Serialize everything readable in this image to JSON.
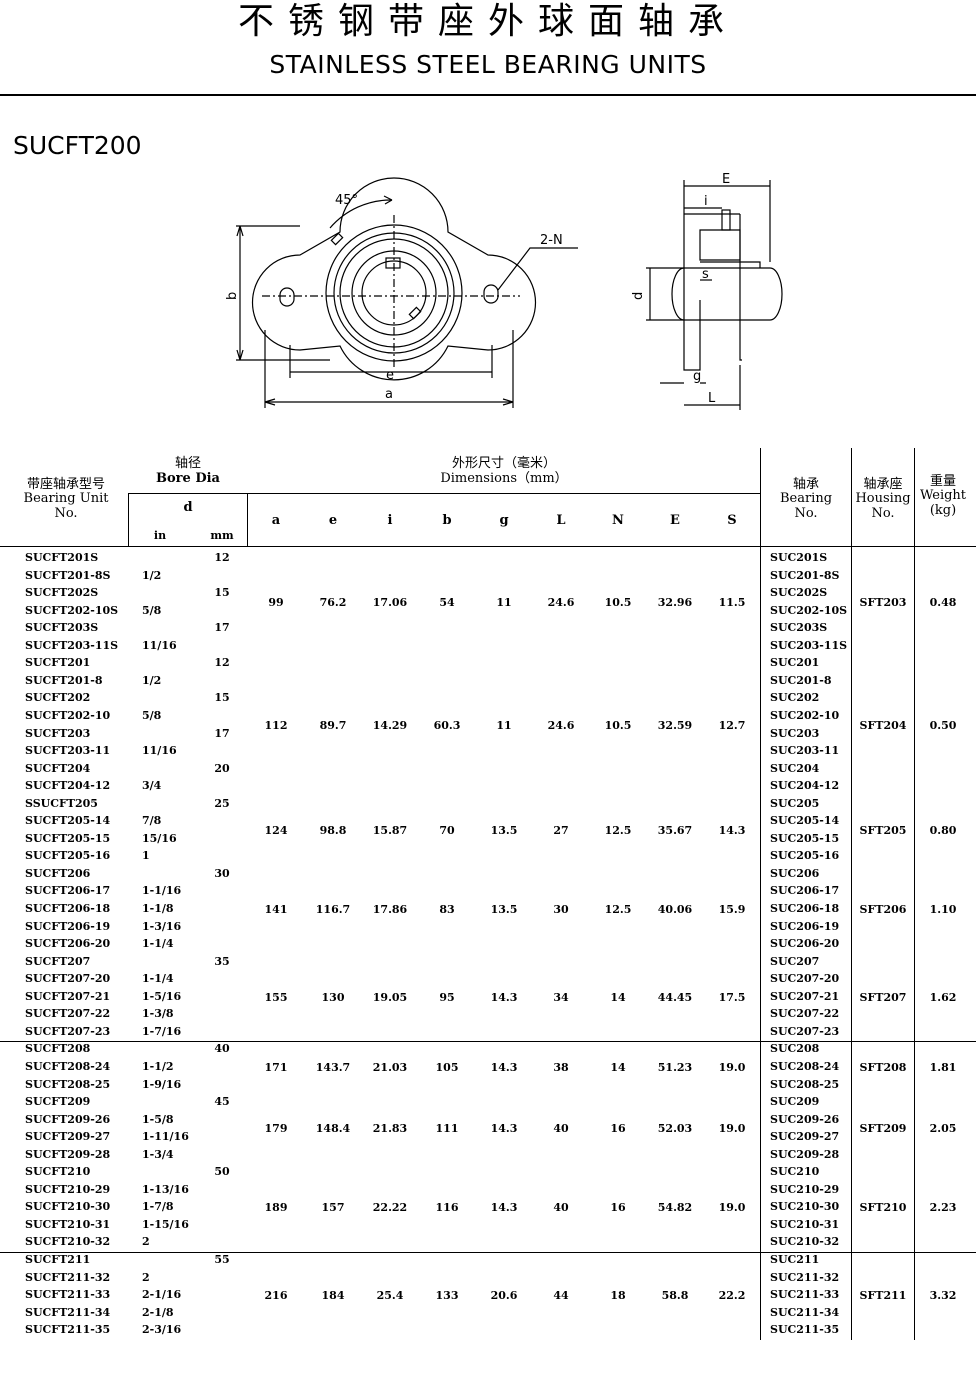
{
  "header": {
    "title_cn": "不锈钢带座外球面轴承",
    "title_en": "STAINLESS STEEL BEARING UNITS"
  },
  "model": "SUCFT200",
  "drawing_labels": {
    "angle": "45°",
    "holes": "2-N",
    "b": "b",
    "e": "e",
    "a": "a",
    "E": "E",
    "i": "i",
    "s": "s",
    "d": "d",
    "g": "g",
    "L": "L"
  },
  "table": {
    "headers": {
      "unit_cn": "带座轴承型号",
      "unit_en": "Bearing Unit",
      "unit_no": "No.",
      "bore_cn": "轴径",
      "bore_en": "Bore Dia",
      "d": "d",
      "in": "in",
      "mm": "mm",
      "dim_cn": "外形尺寸（毫米）",
      "dim_en": "Dimensions（mm）",
      "cols": [
        "a",
        "e",
        "i",
        "b",
        "g",
        "L",
        "N",
        "E",
        "S"
      ],
      "bearing_cn": "轴承",
      "bearing_en": "Bearing",
      "bearing_no": "No.",
      "housing_cn": "轴承座",
      "housing_en": "Housing",
      "housing_no": "No.",
      "weight_cn": "重量",
      "weight_en": "Weight",
      "weight_unit": "(kg)"
    },
    "groups": [
      {
        "dims": [
          "99",
          "76.2",
          "17.06",
          "54",
          "11",
          "24.6",
          "10.5",
          "32.96",
          "11.5"
        ],
        "housing": "SFT203",
        "weight": "0.48",
        "rows": [
          [
            "SUCFT201S",
            "",
            "12",
            "SUC201S"
          ],
          [
            "SUCFT201-8S",
            "1/2",
            "",
            "SUC201-8S"
          ],
          [
            "SUCFT202S",
            "",
            "15",
            "SUC202S"
          ],
          [
            "SUCFT202-10S",
            "5/8",
            "",
            "SUC202-10S"
          ],
          [
            "SUCFT203S",
            "",
            "17",
            "SUC203S"
          ],
          [
            "SUCFT203-11S",
            "11/16",
            "",
            "SUC203-11S"
          ]
        ]
      },
      {
        "dims": [
          "112",
          "89.7",
          "14.29",
          "60.3",
          "11",
          "24.6",
          "10.5",
          "32.59",
          "12.7"
        ],
        "housing": "SFT204",
        "weight": "0.50",
        "rows": [
          [
            "SUCFT201",
            "",
            "12",
            "SUC201"
          ],
          [
            "SUCFT201-8",
            "1/2",
            "",
            "SUC201-8"
          ],
          [
            "SUCFT202",
            "",
            "15",
            "SUC202"
          ],
          [
            "SUCFT202-10",
            "5/8",
            "",
            "SUC202-10"
          ],
          [
            "SUCFT203",
            "",
            "17",
            "SUC203"
          ],
          [
            "SUCFT203-11",
            "11/16",
            "",
            "SUC203-11"
          ],
          [
            "SUCFT204",
            "",
            "20",
            "SUC204"
          ],
          [
            "SUCFT204-12",
            "3/4",
            "",
            "SUC204-12"
          ]
        ]
      },
      {
        "dims": [
          "124",
          "98.8",
          "15.87",
          "70",
          "13.5",
          "27",
          "12.5",
          "35.67",
          "14.3"
        ],
        "housing": "SFT205",
        "weight": "0.80",
        "rows": [
          [
            "SSUCFT205",
            "",
            "25",
            "SUC205"
          ],
          [
            "SUCFT205-14",
            "7/8",
            "",
            "SUC205-14"
          ],
          [
            "SUCFT205-15",
            "15/16",
            "",
            "SUC205-15"
          ],
          [
            "SUCFT205-16",
            "1",
            "",
            "SUC205-16"
          ]
        ]
      },
      {
        "dims": [
          "141",
          "116.7",
          "17.86",
          "83",
          "13.5",
          "30",
          "12.5",
          "40.06",
          "15.9"
        ],
        "housing": "SFT206",
        "weight": "1.10",
        "rows": [
          [
            "SUCFT206",
            "",
            "30",
            "SUC206"
          ],
          [
            "SUCFT206-17",
            "1-1/16",
            "",
            "SUC206-17"
          ],
          [
            "SUCFT206-18",
            "1-1/8",
            "",
            "SUC206-18"
          ],
          [
            "SUCFT206-19",
            "1-3/16",
            "",
            "SUC206-19"
          ],
          [
            "SUCFT206-20",
            "1-1/4",
            "",
            "SUC206-20"
          ]
        ]
      },
      {
        "dims": [
          "155",
          "130",
          "19.05",
          "95",
          "14.3",
          "34",
          "14",
          "44.45",
          "17.5"
        ],
        "housing": "SFT207",
        "weight": "1.62",
        "rows": [
          [
            "SUCFT207",
            "",
            "35",
            "SUC207"
          ],
          [
            "SUCFT207-20",
            "1-1/4",
            "",
            "SUC207-20"
          ],
          [
            "SUCFT207-21",
            "1-5/16",
            "",
            "SUC207-21"
          ],
          [
            "SUCFT207-22",
            "1-3/8",
            "",
            "SUC207-22"
          ],
          [
            "SUCFT207-23",
            "1-7/16",
            "",
            "SUC207-23"
          ]
        ]
      },
      {
        "dims": [
          "171",
          "143.7",
          "21.03",
          "105",
          "14.3",
          "38",
          "14",
          "51.23",
          "19.0"
        ],
        "housing": "SFT208",
        "weight": "1.81",
        "rows": [
          [
            "SUCFT208",
            "",
            "40",
            "SUC208"
          ],
          [
            "SUCFT208-24",
            "1-1/2",
            "",
            "SUC208-24"
          ],
          [
            "SUCFT208-25",
            "1-9/16",
            "",
            "SUC208-25"
          ]
        ]
      },
      {
        "dims": [
          "179",
          "148.4",
          "21.83",
          "111",
          "14.3",
          "40",
          "16",
          "52.03",
          "19.0"
        ],
        "housing": "SFT209",
        "weight": "2.05",
        "rows": [
          [
            "SUCFT209",
            "",
            "45",
            "SUC209"
          ],
          [
            "SUCFT209-26",
            "1-5/8",
            "",
            "SUC209-26"
          ],
          [
            "SUCFT209-27",
            "1-11/16",
            "",
            "SUC209-27"
          ],
          [
            "SUCFT209-28",
            "1-3/4",
            "",
            "SUC209-28"
          ]
        ]
      },
      {
        "dims": [
          "189",
          "157",
          "22.22",
          "116",
          "14.3",
          "40",
          "16",
          "54.82",
          "19.0"
        ],
        "housing": "SFT210",
        "weight": "2.23",
        "rows": [
          [
            "SUCFT210",
            "",
            "50",
            "SUC210"
          ],
          [
            "SUCFT210-29",
            "1-13/16",
            "",
            "SUC210-29"
          ],
          [
            "SUCFT210-30",
            "1-7/8",
            "",
            "SUC210-30"
          ],
          [
            "SUCFT210-31",
            "1-15/16",
            "",
            "SUC210-31"
          ],
          [
            "SUCFT210-32",
            "2",
            "",
            "SUC210-32"
          ]
        ]
      },
      {
        "dims": [
          "216",
          "184",
          "25.4",
          "133",
          "20.6",
          "44",
          "18",
          "58.8",
          "22.2"
        ],
        "housing": "SFT211",
        "weight": "3.32",
        "rows": [
          [
            "SUCFT211",
            "",
            "55",
            "SUC211"
          ],
          [
            "SUCFT211-32",
            "2",
            "",
            "SUC211-32"
          ],
          [
            "SUCFT211-33",
            "2-1/16",
            "",
            "SUC211-33"
          ],
          [
            "SUCFT211-34",
            "2-1/8",
            "",
            "SUC211-34"
          ],
          [
            "SUCFT211-35",
            "2-3/16",
            "",
            "SUC211-35"
          ]
        ]
      }
    ]
  }
}
